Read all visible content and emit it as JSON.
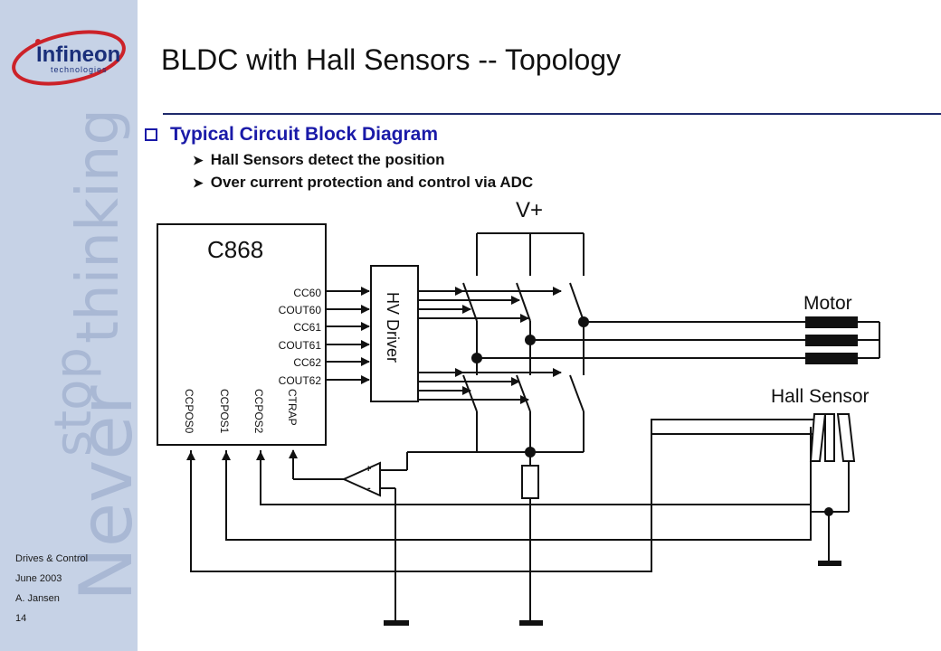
{
  "slide": {
    "title": "BLDC with Hall Sensors -- Topology",
    "bullet_main": "Typical Circuit Block Diagram",
    "bullets_sub": [
      "Hall Sensors detect the position",
      "Over current protection and control via ADC"
    ]
  },
  "sidebar": {
    "logo_name": "Infineon",
    "logo_sub": "technologies",
    "tagline_never": "Never",
    "tagline_stop": "stop",
    "tagline_thinking": "thinking",
    "footer": [
      "Drives & Control",
      "June 2003",
      "A. Jansen",
      "14"
    ]
  },
  "diagram": {
    "mcu_name": "C868",
    "mcu_outputs": [
      "CC60",
      "COUT60",
      "CC61",
      "COUT61",
      "CC62",
      "COUT62"
    ],
    "mcu_inputs": [
      "CCPOS0",
      "CCPOS1",
      "CCPOS2",
      "CTRAP"
    ],
    "driver_label": "HV Driver",
    "supply_label": "V+",
    "motor_label": "Motor",
    "hall_label": "Hall Sensor",
    "comparator_plus": "+",
    "comparator_minus": "-"
  },
  "colors": {
    "sidebar_bg": "#c6d2e6",
    "title_rule": "#1f2a6b",
    "bullet_blue": "#1a1aa8",
    "logo_red": "#cc2229",
    "logo_blue": "#1a2f7a"
  }
}
